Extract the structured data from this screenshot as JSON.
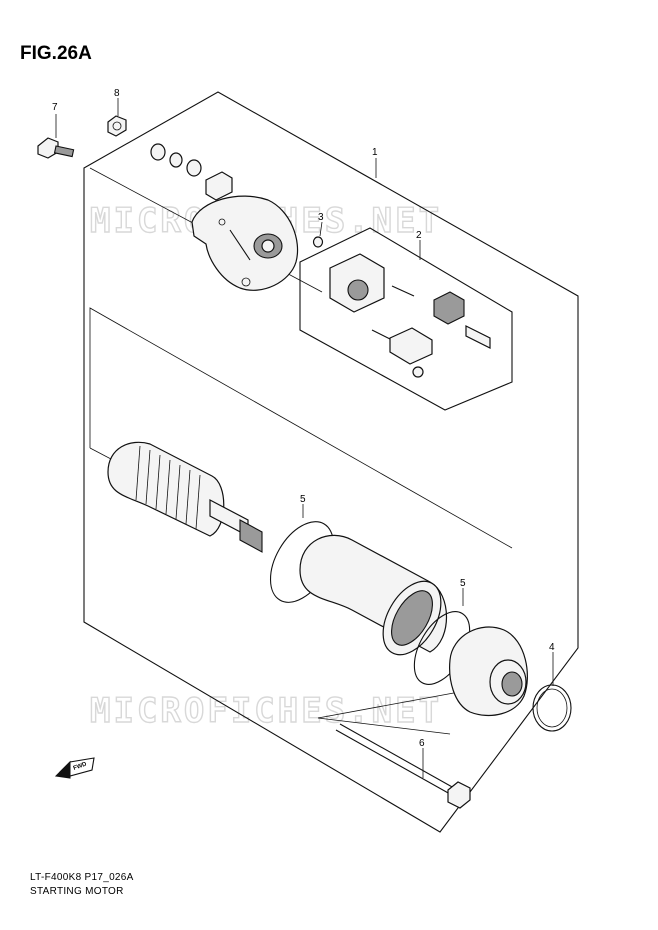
{
  "figure": {
    "title": "FIG.26A",
    "code": "LT-F400K8 P17_026A",
    "name": "STARTING MOTOR"
  },
  "watermark": {
    "text": "MICROFICHES.NET"
  },
  "callouts": [
    {
      "id": "callout-1",
      "number": "1"
    },
    {
      "id": "callout-2",
      "number": "2"
    },
    {
      "id": "callout-3",
      "number": "3"
    },
    {
      "id": "callout-4",
      "number": "4"
    },
    {
      "id": "callout-5a",
      "number": "5"
    },
    {
      "id": "callout-5b",
      "number": "5"
    },
    {
      "id": "callout-6",
      "number": "6"
    },
    {
      "id": "callout-7",
      "number": "7"
    },
    {
      "id": "callout-8",
      "number": "8"
    }
  ],
  "fwd_arrow": {
    "label": "FWD"
  }
}
